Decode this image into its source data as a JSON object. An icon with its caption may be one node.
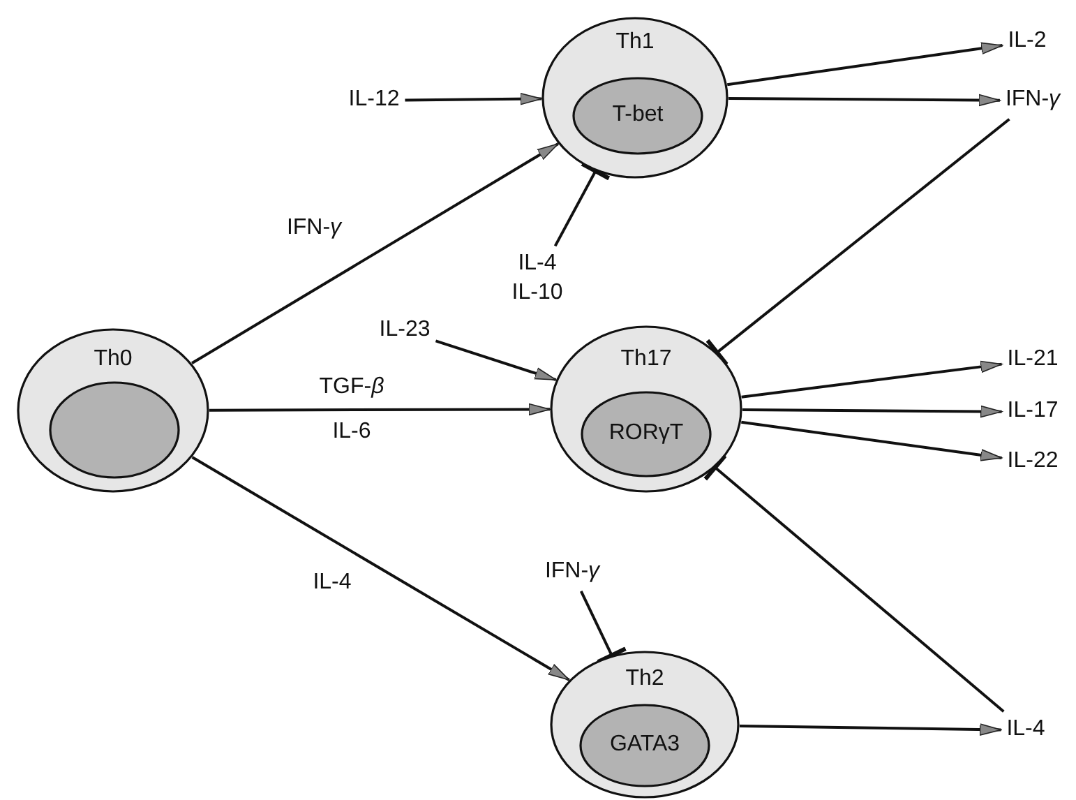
{
  "diagram": {
    "nodes": [
      {
        "text": [
          "Th0"
        ]
      },
      {
        "text": [],
        "shape": "ellipse",
        "in": 0
      },
      {
        "text": [
          "Th1"
        ]
      },
      {
        "text": [
          "T-bet"
        ],
        "in": 2
      },
      {
        "text": [
          "Th17"
        ]
      },
      {
        "text": [
          "RORγT"
        ],
        "in": 4
      },
      {
        "text": [
          "Th2"
        ]
      },
      {
        "text": [
          "GATA3"
        ],
        "in": 6
      },
      {
        "text": [
          "IL-12"
        ]
      },
      {
        "text": [
          "IL-4 IL-10"
        ]
      },
      {
        "text": [
          "IL-23"
        ]
      },
      {
        "text": [
          "IFN-*γ*"
        ]
      },
      {
        "text": [
          "IL-2"
        ]
      },
      {
        "text": [
          "IFN-*γ*"
        ]
      },
      {
        "text": [
          "IL-21"
        ]
      },
      {
        "text": [
          "IL-17"
        ]
      },
      {
        "text": [
          "IL-22"
        ]
      },
      {
        "text": [
          "IL-4"
        ]
      }
    ],
    "edges": [
      {
        "from": 0,
        "to": 2,
        "arrow": "to",
        "label": "IFN-*γ*"
      },
      {
        "from": 0,
        "to": 4,
        "arrow": "to",
        "label": "TGF-*β*"
      },
      {
        "from": 0,
        "to": 6,
        "arrow": "to",
        "label": "IL-4"
      },
      {
        "from": 8,
        "to": 2,
        "arrow": "to"
      },
      {
        "from": 9,
        "to": 2,
        "arrow": "other"
      },
      {
        "from": 10,
        "to": 4,
        "arrow": "to"
      },
      {
        "from": 13,
        "to": 4,
        "arrow": "other"
      },
      {
        "from": 11,
        "to": 6,
        "arrow": "other"
      },
      {
        "from": 2,
        "to": 12,
        "arrow": "to"
      },
      {
        "from": 2,
        "to": 13,
        "arrow": "to"
      },
      {
        "from": 4,
        "to": 14,
        "arrow": "to"
      },
      {
        "from": 4,
        "to": 15,
        "arrow": "to"
      },
      {
        "from": 4,
        "to": 16,
        "arrow": "to"
      },
      {
        "from": 6,
        "to": 17,
        "arrow": "to"
      },
      {
        "from": 17,
        "to": 4,
        "arrow": "other"
      }
    ],
    "labels": [
      "IL-6"
    ]
  }
}
